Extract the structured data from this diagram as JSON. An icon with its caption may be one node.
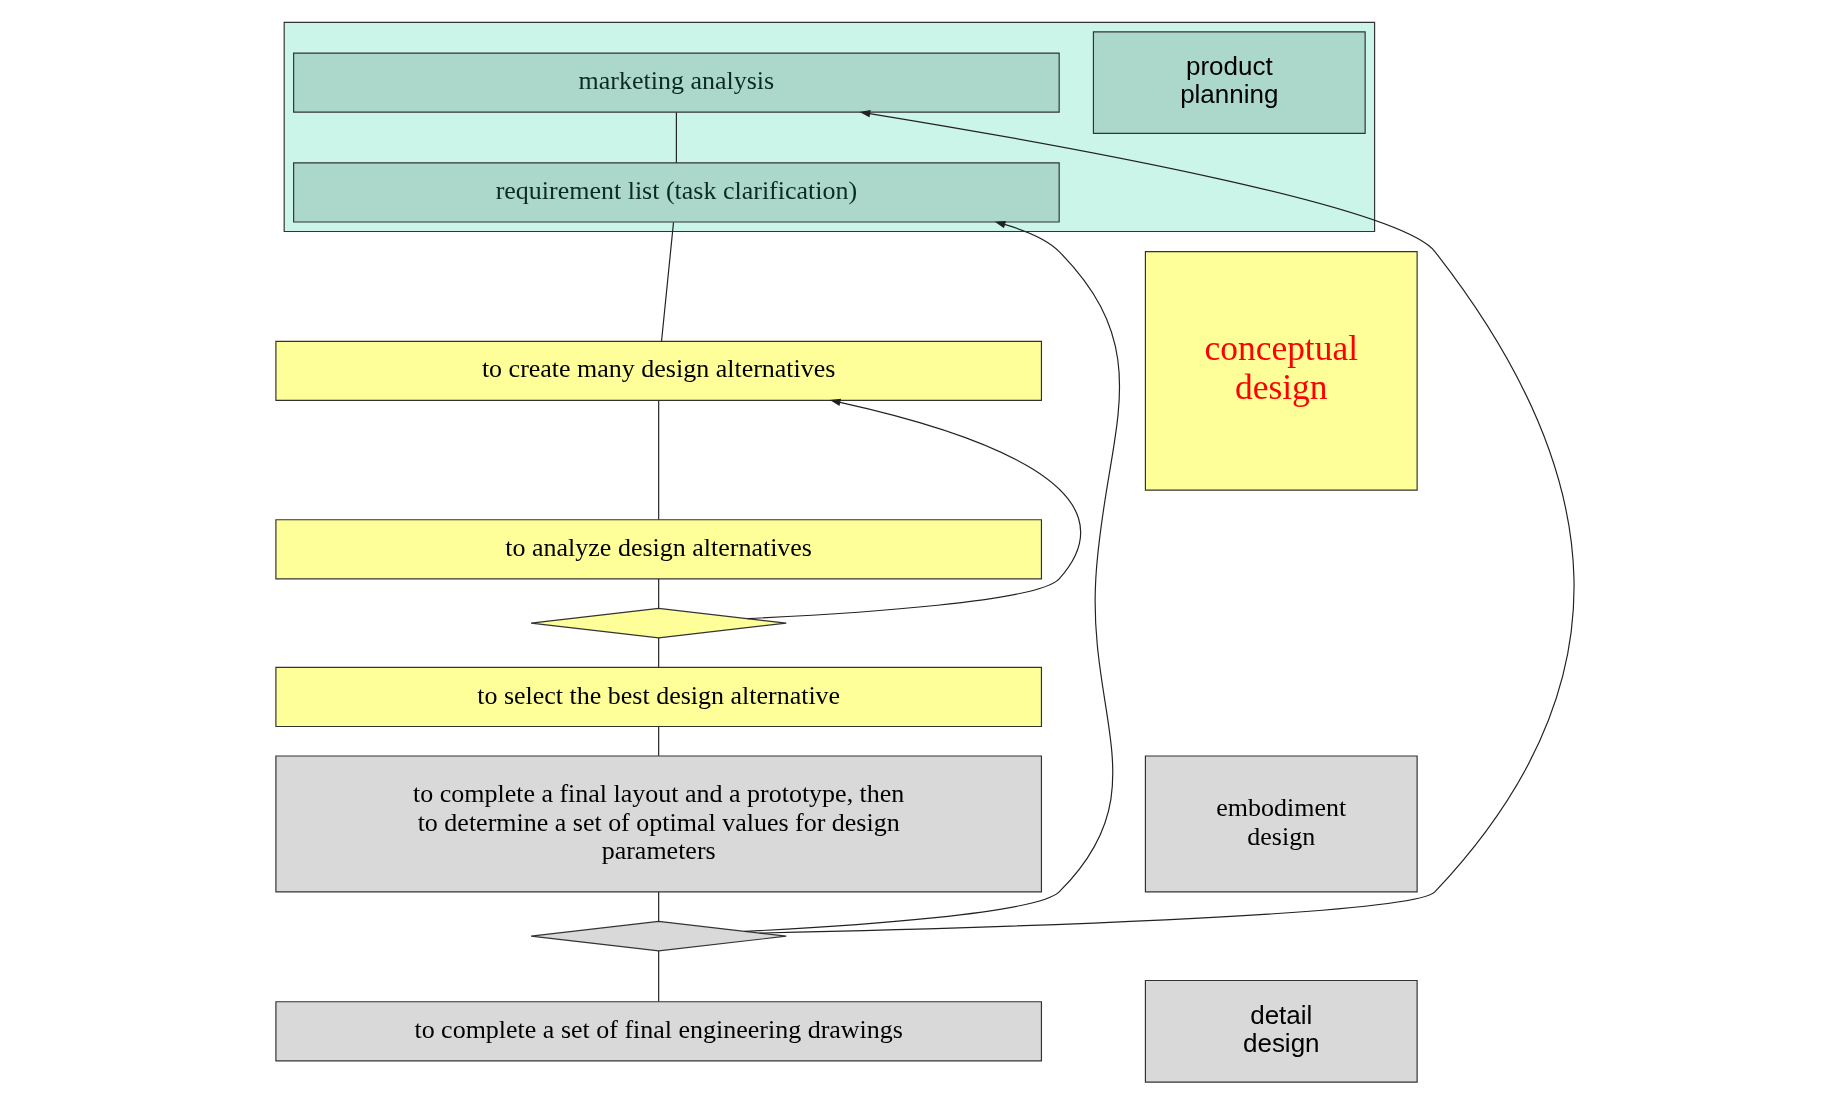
{
  "diagram": {
    "nodes": [
      {
        "text": [],
        "shape": "band"
      },
      {
        "text": [
          "product planning"
        ],
        "in": 0
      },
      {
        "text": [
          "marketing analysis"
        ],
        "in": 0
      },
      {
        "text": [
          "requirement list (task clarification)"
        ],
        "in": 0
      },
      {
        "text": [
          "conceptual design"
        ]
      },
      {
        "text": [
          "to create many design alternatives"
        ]
      },
      {
        "text": [
          "to analyze design alternatives"
        ]
      },
      {
        "text": [],
        "shape": "diamond"
      },
      {
        "text": [
          "to select the best design alternative"
        ]
      },
      {
        "text": [
          "embodiment design"
        ]
      },
      {
        "text": [
          "to complete a final layout and a prototype, then to determine a set of optimal values for design parameters"
        ]
      },
      {
        "text": [],
        "shape": "diamond"
      },
      {
        "text": [
          "detail design"
        ]
      },
      {
        "text": [
          "to complete a set of final engineering drawings"
        ]
      }
    ],
    "edges": [
      {
        "from": 2,
        "to": 3,
        "arrow": "none"
      },
      {
        "from": 3,
        "to": 5,
        "arrow": "none"
      },
      {
        "from": 5,
        "to": 6,
        "arrow": "none"
      },
      {
        "from": 6,
        "to": 7,
        "arrow": "none"
      },
      {
        "from": 7,
        "to": 8,
        "arrow": "none"
      },
      {
        "from": 7,
        "to": 5,
        "arrow": "to"
      },
      {
        "from": 8,
        "to": 10,
        "arrow": "none"
      },
      {
        "from": 10,
        "to": 11,
        "arrow": "none"
      },
      {
        "from": 11,
        "to": 13,
        "arrow": "none"
      },
      {
        "from": 11,
        "to": 2,
        "arrow": "to"
      },
      {
        "from": 11,
        "to": 3,
        "arrow": "to"
      }
    ]
  }
}
